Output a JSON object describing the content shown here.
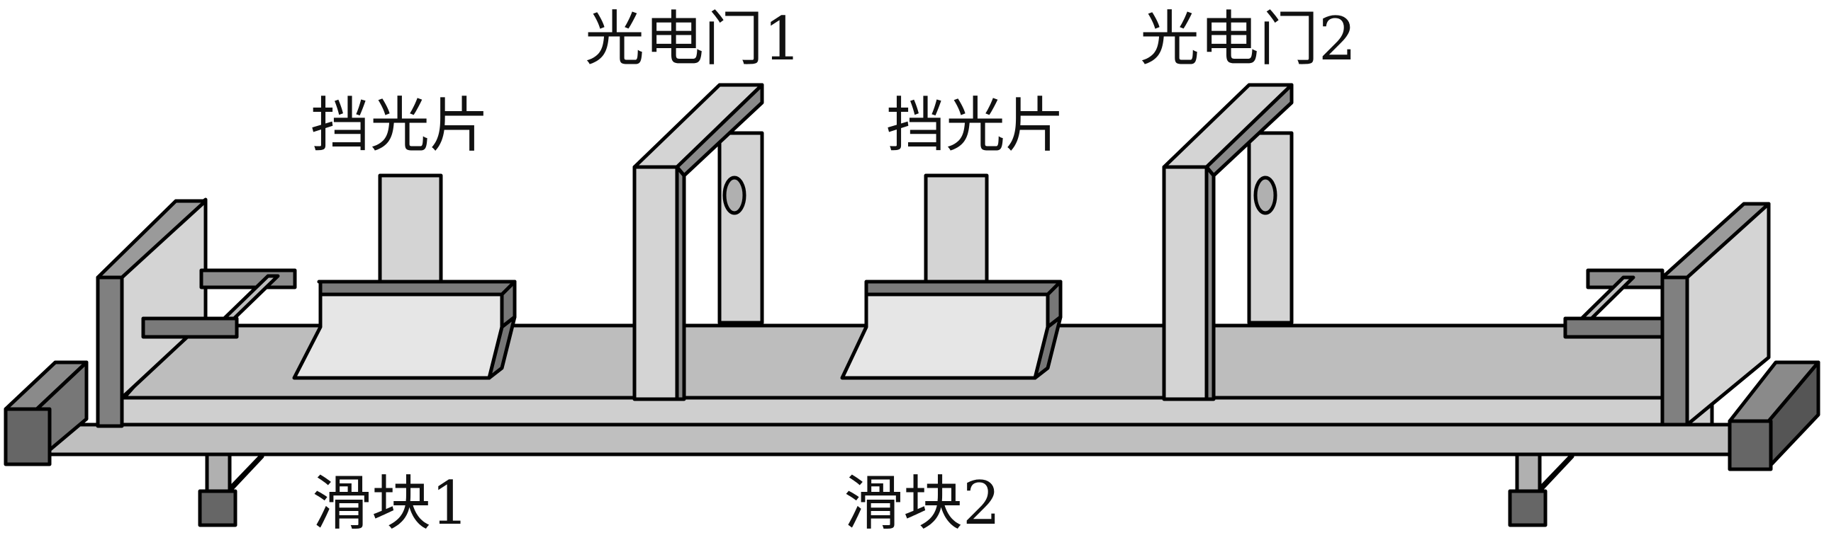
{
  "labels": {
    "shading_plate_1": "挡光片",
    "shading_plate_2": "挡光片",
    "photogate_1": "光电门1",
    "photogate_2": "光电门2",
    "slider_1": "滑块1",
    "slider_2": "滑块2"
  },
  "colors": {
    "light_gray": "#d4d4d4",
    "mid_gray": "#b0b0b0",
    "dark_gray": "#7f7f7f",
    "darker_gray": "#666666",
    "slider_face": "#e6e6e6",
    "outline": "#000000"
  }
}
